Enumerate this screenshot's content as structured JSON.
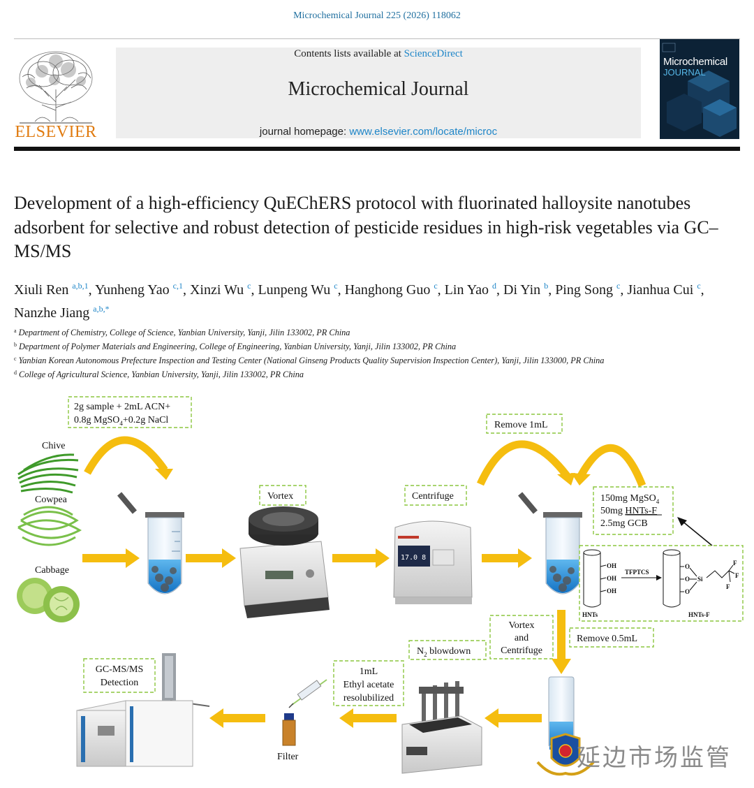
{
  "header": {
    "citation": "Microchemical Journal 225 (2026) 118062",
    "contents_prefix": "Contents lists available at ",
    "contents_link": "ScienceDirect",
    "journal_title": "Microchemical Journal",
    "homepage_prefix": "journal homepage: ",
    "homepage_link": "www.elsevier.com/locate/microc",
    "publisher_logo_text": "ELSEVIER",
    "cover_title": "Microchemical",
    "cover_subtitle": "JOURNAL"
  },
  "article": {
    "title": "Development of a high-efficiency QuEChERS protocol with fluorinated halloysite nanotubes adsorbent for selective and robust detection of pesticide residues in high-risk vegetables via GC–MS/MS",
    "authors": [
      {
        "name": "Xiuli Ren",
        "sup": "a,b,1",
        "sep": ", "
      },
      {
        "name": "Yunheng Yao",
        "sup": "c,1",
        "sep": ", "
      },
      {
        "name": "Xinzi Wu",
        "sup": "c",
        "sep": ", "
      },
      {
        "name": "Lunpeng Wu",
        "sup": "c",
        "sep": ", "
      },
      {
        "name": "Hanghong Guo",
        "sup": "c",
        "sep": ", "
      },
      {
        "name": "Lin Yao",
        "sup": "d",
        "sep": ", "
      },
      {
        "name": "Di Yin",
        "sup": "b",
        "sep": ", "
      },
      {
        "name": "Ping Song",
        "sup": "c",
        "sep": ", "
      },
      {
        "name": "Jianhua Cui",
        "sup": "c",
        "sep": ", "
      },
      {
        "name": "Nanzhe Jiang",
        "sup": "a,b,*",
        "sep": ""
      }
    ],
    "affiliations": [
      {
        "key": "a",
        "text": "Department of Chemistry, College of Science, Yanbian University, Yanji, Jilin 133002, PR China"
      },
      {
        "key": "b",
        "text": "Department of Polymer Materials and Engineering, College of Engineering, Yanbian University, Yanji, Jilin 133002, PR China"
      },
      {
        "key": "c",
        "text": "Yanbian Korean Autonomous Prefecture Inspection and Testing Center (National Ginseng Products Quality Supervision Inspection Center), Yanji, Jilin 133000, PR China"
      },
      {
        "key": "d",
        "text": "College of Agricultural Science, Yanbian University, Yanji, Jilin 133002, PR China"
      }
    ]
  },
  "diagram": {
    "sample_line1": "2g sample + 2mL ACN+",
    "sample_line2_a": "0.8g MgSO",
    "sample_line2_sub": "4",
    "sample_line2_b": "+0.2g NaCl",
    "veg_chive": "Chive",
    "veg_cowpea": "Cowpea",
    "veg_cabbage": "Cabbage",
    "vortex": "Vortex",
    "centrifuge": "Centrifuge",
    "remove_1ml": "Remove 1mL",
    "cleanup_line1_a": "150mg MgSO",
    "cleanup_line1_sub": "4",
    "cleanup_line2_a": "50mg ",
    "cleanup_line2_b": "HNTs-F",
    "cleanup_line3": "2.5mg GCB",
    "hnt_oh": "OH",
    "hnt_o": "O",
    "hnt_si": "Si",
    "hnt_f": "F",
    "hnt_reagent": "TFPTCS",
    "hnt_left": "HNTs",
    "hnt_right": "HNTs-F",
    "vc_line1": "Vortex",
    "vc_line2": "and",
    "vc_line3": "Centrifuge",
    "remove_05ml": "Remove 0.5mL",
    "n2_a": "N",
    "n2_sub": "2",
    "n2_b": " blowdown",
    "resol_line1": "1mL",
    "resol_line2": "Ethyl acetate",
    "resol_line3": "resolubilized",
    "gcms_line1": "GC-MS/MS",
    "gcms_line2": "Detection",
    "filter": "Filter",
    "watermark": "延边市场监管"
  },
  "colors": {
    "link": "#1f86c8",
    "elsevier_orange": "#e07b10",
    "arrow_yellow": "#f5bd0f",
    "dashed_green": "#8cc63f",
    "liquid_blue": "#1f8fd6"
  },
  "icons": [
    "elsevier-tree-icon",
    "cover-image",
    "vortex-mixer",
    "centrifuge-machine",
    "test-tube",
    "nitrogen-evaporator",
    "syringe",
    "vial",
    "gc-ms-instrument",
    "police-badge-icon"
  ]
}
